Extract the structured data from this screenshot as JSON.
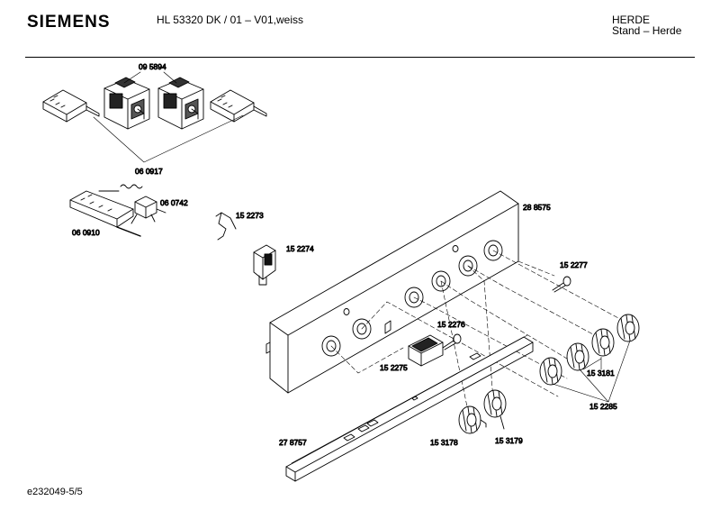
{
  "header": {
    "brand": "SIEMENS",
    "model": "HL 53320 DK / 01 – V01,weiss",
    "category_line1": "HERDE",
    "category_line2": "Stand – Herde"
  },
  "footer": {
    "doc_id": "e232049-5/5"
  },
  "parts": {
    "p095894": "09 5894",
    "p060917": "06 0917",
    "p060742": "06 0742",
    "p060910": "06 0910",
    "p152273": "15 2273",
    "p152274": "15 2274",
    "p288575": "28 8575",
    "p152277": "15 2277",
    "p152276": "15 2276",
    "p152275": "15 2275",
    "p153181": "15 3181",
    "p152285": "15 2285",
    "p278757": "27 8757",
    "p153178": "15 3178",
    "p153179": "15 3179"
  }
}
